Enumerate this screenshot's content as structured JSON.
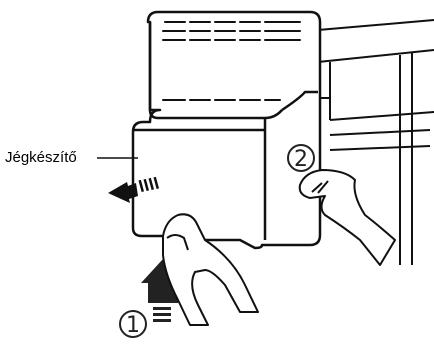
{
  "labels": {
    "part_name": "Jégkészítő",
    "step_1": "1",
    "step_2": "2"
  },
  "icons": [
    "up-arrow-icon",
    "left-arrow-icon",
    "step-number-circle-icon"
  ],
  "colors": {
    "line": "#111111",
    "arrow": "#222222",
    "background": "#ffffff"
  }
}
